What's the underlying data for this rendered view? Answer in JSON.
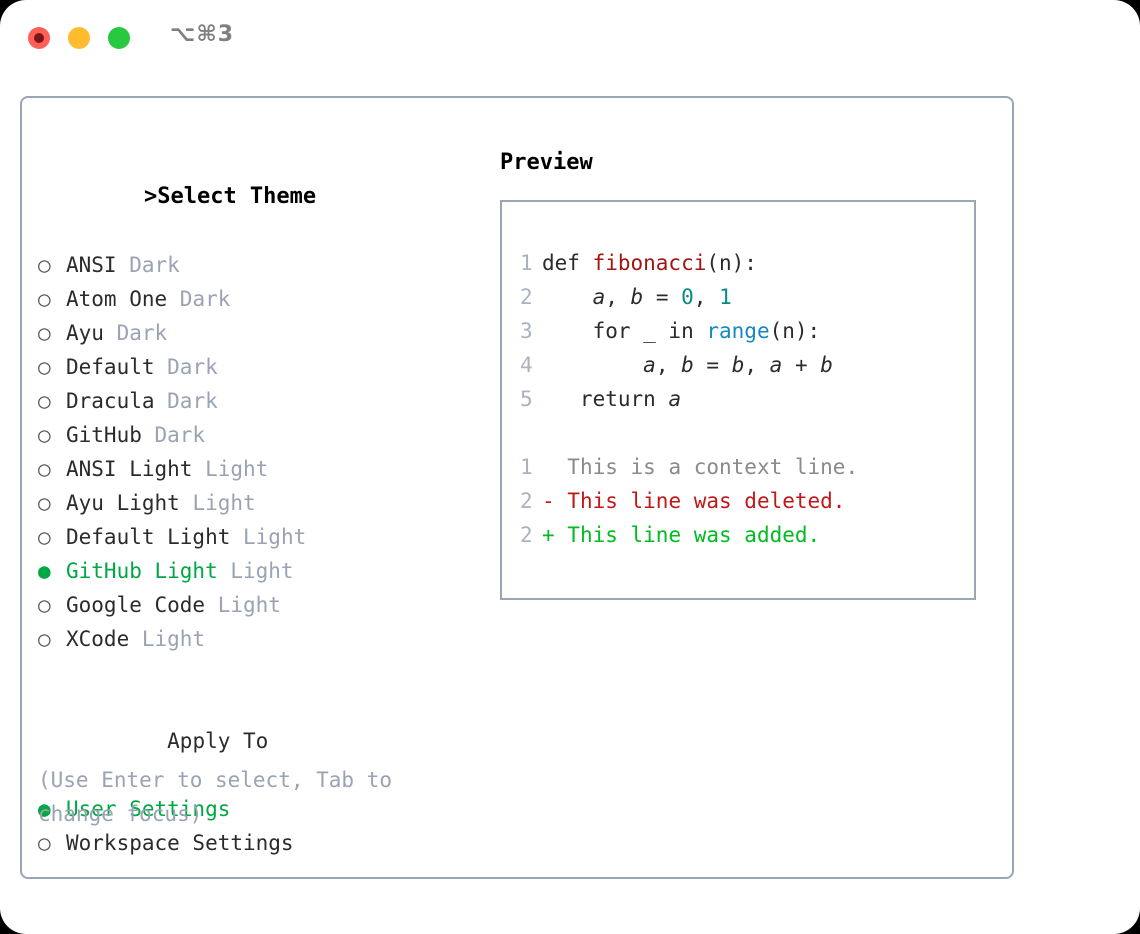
{
  "titlebar": {
    "shortcut": "⌥⌘3",
    "buttons": [
      {
        "name": "close",
        "color": "#ff5f57"
      },
      {
        "name": "minimize",
        "color": "#febc2e"
      },
      {
        "name": "maximize",
        "color": "#28c840"
      }
    ]
  },
  "theme_list": {
    "header_marker": ">",
    "header_label": "Select Theme",
    "items": [
      {
        "marker": "○",
        "label": "ANSI",
        "suffix": "Dark",
        "selected": false
      },
      {
        "marker": "○",
        "label": "Atom One",
        "suffix": "Dark",
        "selected": false
      },
      {
        "marker": "○",
        "label": "Ayu",
        "suffix": "Dark",
        "selected": false
      },
      {
        "marker": "○",
        "label": "Default",
        "suffix": "Dark",
        "selected": false
      },
      {
        "marker": "○",
        "label": "Dracula",
        "suffix": "Dark",
        "selected": false
      },
      {
        "marker": "○",
        "label": "GitHub",
        "suffix": "Dark",
        "selected": false
      },
      {
        "marker": "○",
        "label": "ANSI Light",
        "suffix": "Light",
        "selected": false
      },
      {
        "marker": "○",
        "label": "Ayu Light",
        "suffix": "Light",
        "selected": false
      },
      {
        "marker": "○",
        "label": "Default Light",
        "suffix": "Light",
        "selected": false
      },
      {
        "marker": "●",
        "label": "GitHub Light",
        "suffix": "Light",
        "selected": true
      },
      {
        "marker": "○",
        "label": "Google Code",
        "suffix": "Light",
        "selected": false
      },
      {
        "marker": "○",
        "label": "XCode",
        "suffix": "Light",
        "selected": false
      }
    ]
  },
  "apply_to": {
    "header_label": "Apply To",
    "items": [
      {
        "marker": "●",
        "label": "User Settings",
        "selected": true
      },
      {
        "marker": "○",
        "label": "Workspace Settings",
        "selected": false
      }
    ]
  },
  "hint": "(Use Enter to select, Tab to change focus)",
  "preview": {
    "title": "Preview",
    "code_lines": [
      {
        "num": "1",
        "tokens": [
          {
            "t": "def ",
            "cls": "kw"
          },
          {
            "t": "fibonacci",
            "cls": "fn"
          },
          {
            "t": "(n):",
            "cls": "punct"
          }
        ]
      },
      {
        "num": "2",
        "tokens": [
          {
            "t": "    ",
            "cls": "punct"
          },
          {
            "t": "a",
            "cls": "var"
          },
          {
            "t": ", ",
            "cls": "punct"
          },
          {
            "t": "b",
            "cls": "var"
          },
          {
            "t": " = ",
            "cls": "punct"
          },
          {
            "t": "0",
            "cls": "num"
          },
          {
            "t": ", ",
            "cls": "punct"
          },
          {
            "t": "1",
            "cls": "num"
          }
        ]
      },
      {
        "num": "3",
        "tokens": [
          {
            "t": "    for _ in ",
            "cls": "kw"
          },
          {
            "t": "range",
            "cls": "builtin"
          },
          {
            "t": "(n):",
            "cls": "punct"
          }
        ]
      },
      {
        "num": "4",
        "tokens": [
          {
            "t": "        ",
            "cls": "punct"
          },
          {
            "t": "a",
            "cls": "var"
          },
          {
            "t": ", ",
            "cls": "punct"
          },
          {
            "t": "b",
            "cls": "var"
          },
          {
            "t": " = ",
            "cls": "punct"
          },
          {
            "t": "b",
            "cls": "var"
          },
          {
            "t": ", ",
            "cls": "punct"
          },
          {
            "t": "a",
            "cls": "var"
          },
          {
            "t": " + ",
            "cls": "punct"
          },
          {
            "t": "b",
            "cls": "var"
          }
        ]
      },
      {
        "num": "5",
        "tokens": [
          {
            "t": "   return ",
            "cls": "kw"
          },
          {
            "t": "a",
            "cls": "var"
          }
        ]
      }
    ],
    "diff_lines": [
      {
        "num": "1",
        "marker": " ",
        "text": "This is a context line.",
        "kind": "diff-ctx"
      },
      {
        "num": "2",
        "marker": "-",
        "text": "This line was deleted.",
        "kind": "diff-del"
      },
      {
        "num": "2",
        "marker": "+",
        "text": "This line was added.",
        "kind": "diff-add"
      }
    ]
  },
  "colors": {
    "accent_green": "#00a844",
    "border": "#9aa5b5",
    "muted": "#9aa3b3",
    "diff_delete": "#c01818",
    "diff_add": "#00bb22",
    "code_function": "#a31515",
    "code_number": "#0b8a80",
    "code_builtin": "#1588c4"
  }
}
